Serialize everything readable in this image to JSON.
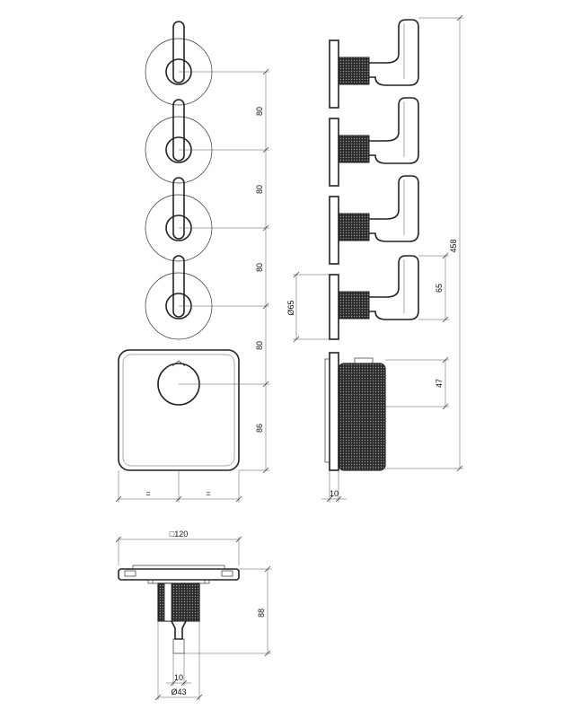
{
  "front_view": {
    "spacings": [
      "80",
      "80",
      "80",
      "80",
      "86"
    ],
    "width_marks": [
      "=",
      "="
    ]
  },
  "side_view": {
    "overall_height": "458",
    "handle_height": "65",
    "body_height": "47",
    "rosette_diameter": "Ø65",
    "plate_thickness": "10"
  },
  "top_view": {
    "plate_size": "□120",
    "depth": "88",
    "stem": "10",
    "body_diameter": "Ø43"
  }
}
